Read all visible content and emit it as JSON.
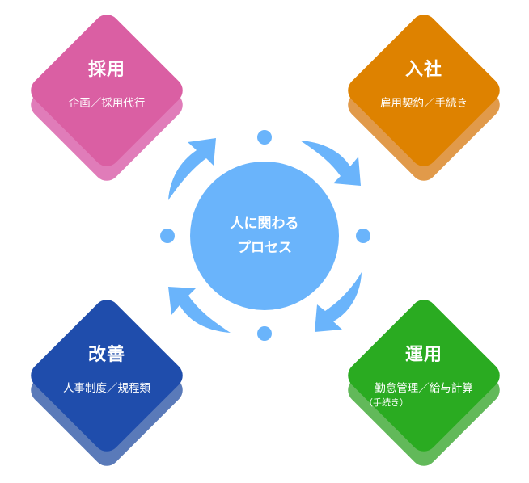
{
  "diagram": {
    "center": {
      "line1": "人に関わる",
      "line2": "プロセス",
      "color": "#6ab4fb"
    },
    "stages": [
      {
        "id": "recruit",
        "title": "採用",
        "subtitle": "企画／採用代行",
        "note": "",
        "color": "#da5fa3",
        "shadow_color": "#e07cb9",
        "position": "top-left"
      },
      {
        "id": "onboard",
        "title": "入社",
        "subtitle": "雇用契約／手続き",
        "note": "",
        "color": "#de8200",
        "shadow_color": "#e19a4a",
        "position": "top-right"
      },
      {
        "id": "operate",
        "title": "運用",
        "subtitle": "勤怠管理／給与計算",
        "note": "（手続き）",
        "color": "#2aab21",
        "shadow_color": "#62b95a",
        "position": "bottom-right"
      },
      {
        "id": "improve",
        "title": "改善",
        "subtitle": "人事制度／規程類",
        "note": "",
        "color": "#1f4dac",
        "shadow_color": "#5a7ab9",
        "position": "bottom-left"
      }
    ],
    "cycle_direction": "clockwise",
    "arrow_color": "#6ab4fb"
  }
}
